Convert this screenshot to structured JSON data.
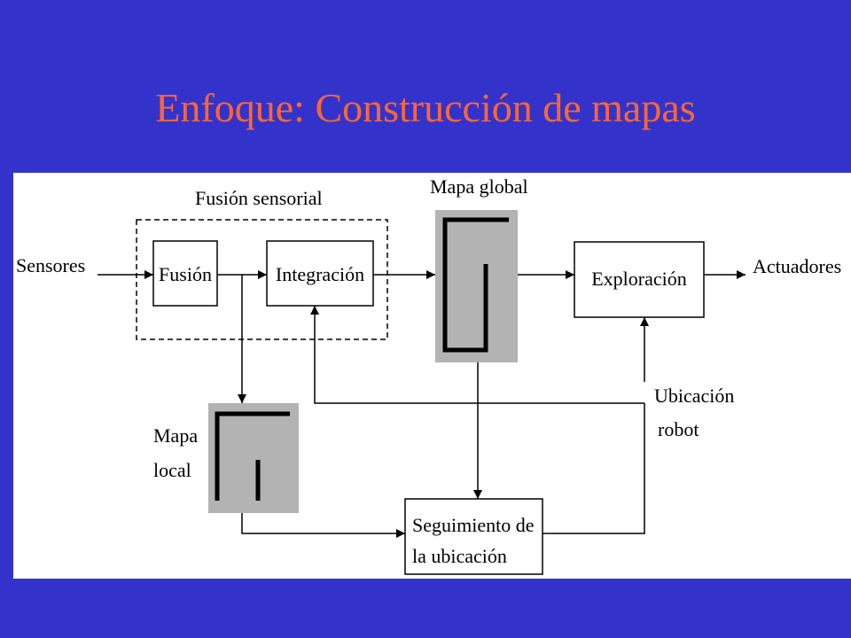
{
  "slide": {
    "title": "Enfoque: Construcción de mapas",
    "background_color": "#3333cc",
    "title_color": "#ff6633"
  },
  "diagram": {
    "group_label": "Fusión sensorial",
    "input_label": "Sensores",
    "output_label": "Actuadores",
    "boxes": {
      "fusion": "Fusión",
      "integracion": "Integración",
      "exploracion": "Exploración",
      "seguimiento_line1": "Seguimiento de",
      "seguimiento_line2": "la ubicación"
    },
    "maps": {
      "global_label": "Mapa global",
      "local_label_line1": "Mapa",
      "local_label_line2": "local",
      "fill_color": "#b3b3b3"
    },
    "robot_location_line1": "Ubicación",
    "robot_location_line2": "robot"
  }
}
